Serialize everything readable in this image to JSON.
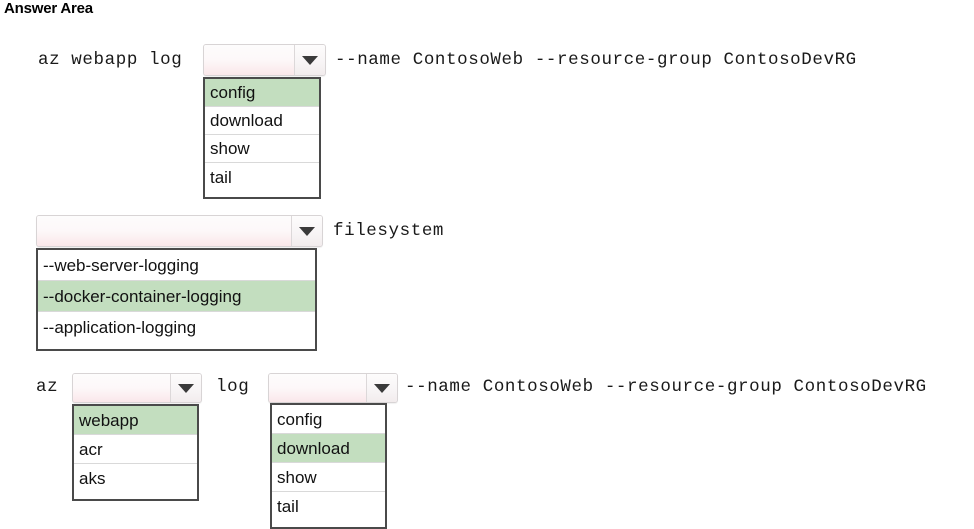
{
  "page": {
    "title": "Answer Area",
    "highlight_color": "#c3debf",
    "caret_icon": "chevron-down-icon"
  },
  "rows": [
    {
      "id": "row-1",
      "prefix_text": "az webapp log",
      "suffix_text": "--name ContosoWeb --resource-group ContosoDevRG",
      "dropdown": {
        "value": "",
        "placeholder": "",
        "options": [
          {
            "label": "config",
            "selected": true
          },
          {
            "label": "download",
            "selected": false
          },
          {
            "label": "show",
            "selected": false
          },
          {
            "label": "tail",
            "selected": false
          }
        ]
      }
    },
    {
      "id": "row-2",
      "prefix_text": "",
      "suffix_text": "filesystem",
      "dropdown": {
        "value": "",
        "placeholder": "",
        "options": [
          {
            "label": "--web-server-logging",
            "selected": false
          },
          {
            "label": "--docker-container-logging",
            "selected": true
          },
          {
            "label": "--application-logging",
            "selected": false
          }
        ]
      }
    },
    {
      "id": "row-3",
      "prefix_text": "az",
      "middle_text": "log",
      "suffix_text": "--name ContosoWeb --resource-group ContosoDevRG",
      "dropdown_a": {
        "value": "",
        "placeholder": "",
        "options": [
          {
            "label": "webapp",
            "selected": true
          },
          {
            "label": "acr",
            "selected": false
          },
          {
            "label": "aks",
            "selected": false
          }
        ]
      },
      "dropdown_b": {
        "value": "",
        "placeholder": "",
        "options": [
          {
            "label": "config",
            "selected": false
          },
          {
            "label": "download",
            "selected": true
          },
          {
            "label": "show",
            "selected": false
          },
          {
            "label": "tail",
            "selected": false
          }
        ]
      }
    }
  ]
}
